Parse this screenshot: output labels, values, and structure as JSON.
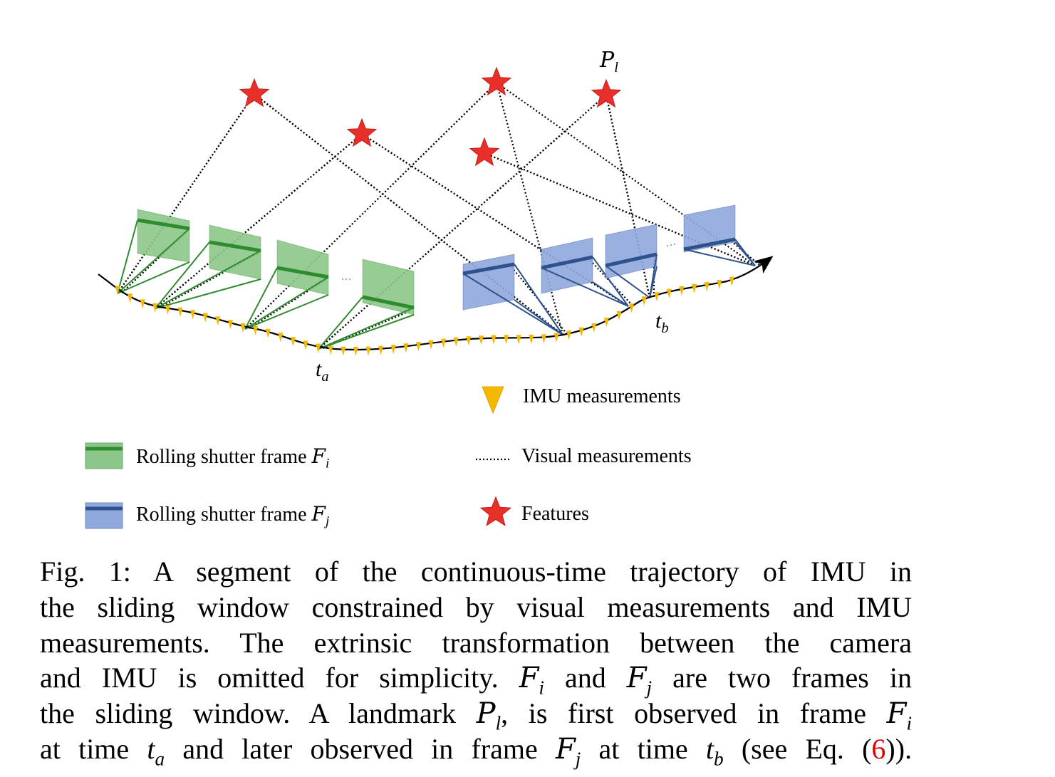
{
  "diagram": {
    "landmark_label": {
      "symbol": "P",
      "sub": "l"
    },
    "time_a": {
      "symbol": "t",
      "sub": "a"
    },
    "time_b": {
      "symbol": "t",
      "sub": "b"
    },
    "colors": {
      "green_fill": "#8cc68a",
      "green_edge": "#2e8b2e",
      "blue_fill": "#8fa9dc",
      "blue_edge": "#2f528f",
      "star": "#e8302a",
      "imu": "#f5b800"
    }
  },
  "legend": {
    "imu": "IMU measurements",
    "visual": "Visual measurements",
    "features": "Features",
    "frame_i": {
      "text": "Rolling shutter frame ",
      "symbol": "F",
      "sub": "i"
    },
    "frame_j": {
      "text": "Rolling shutter frame ",
      "symbol": "F",
      "sub": "j"
    }
  },
  "caption": {
    "line1": "Fig. 1: A segment of the continuous-time trajectory of IMU in",
    "line2": "the sliding window constrained by visual measurements and IMU",
    "line3": "measurements. The extrinsic transformation between the camera",
    "l4_a": "and IMU is omitted for simplicity.",
    "l4_b": "and",
    "l4_c": "are two frames in",
    "l5_a": "the sliding window. A landmark",
    "l5_b": ", is first observed in frame",
    "l6_a": "at time",
    "l6_b": "and later observed in frame",
    "l6_c": "at time",
    "l6_d": "(see Eq. (",
    "l6_ref": "6",
    "l6_e": "))."
  }
}
